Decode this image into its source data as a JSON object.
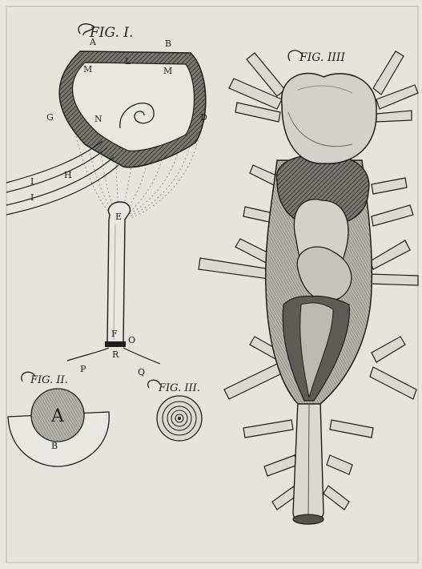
{
  "figures": {
    "fig1": {
      "title": "FIG. I.",
      "letters": {
        "A": "A",
        "B": "B",
        "M1": "M",
        "L": "L",
        "M2": "M",
        "G": "G",
        "N": "N",
        "D": "D",
        "H": "H",
        "I1": "I",
        "I2": "I",
        "E": "E",
        "F": "F",
        "O": "O",
        "R": "R",
        "P": "P",
        "Q": "Q"
      }
    },
    "fig2": {
      "title": "FIG. II.",
      "letters": {
        "A": "A",
        "B": "B"
      }
    },
    "fig3": {
      "title": "FIG. III."
    },
    "fig4": {
      "title": "FIG. IIII"
    }
  },
  "colors": {
    "paper": "#e9e7e1",
    "ink": "#1e1e1e",
    "shade": "#6d6b66",
    "mid": "#a9a6a0"
  }
}
